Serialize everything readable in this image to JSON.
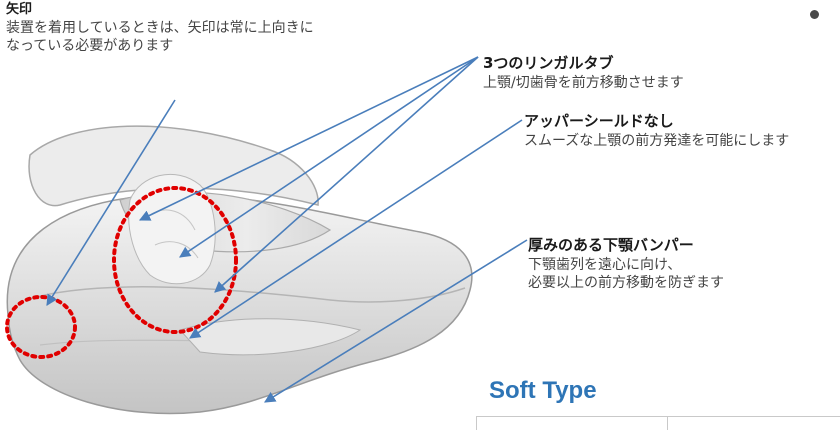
{
  "annotations": {
    "arrow_mark": {
      "title": "矢印",
      "text": "装置を着用しているときは、矢印は常に上向きになっている必要があります"
    },
    "lingual_tabs": {
      "title": "3つのリンガルタブ",
      "text": "上顎/切歯骨を前方移動させます"
    },
    "no_upper_shield": {
      "title": "アッパーシールドなし",
      "text": "スムーズな上顎の前方発達を可能にします"
    },
    "lower_bumper": {
      "title": "厚みのある下顎バンパー",
      "lines": [
        "下顎歯列を遠心に向け、",
        "必要以上の前方移動を防ぎます"
      ]
    }
  },
  "section": {
    "title": "Soft Type",
    "title_color": "#2e75b6"
  },
  "colors": {
    "leader_line": "#4a7ebb",
    "highlight_circle": "#e00000",
    "appliance_body": "#e3e3e3",
    "appliance_edge": "#9a9a9a"
  },
  "icons": {
    "bullet": "bullet-dot-icon"
  }
}
